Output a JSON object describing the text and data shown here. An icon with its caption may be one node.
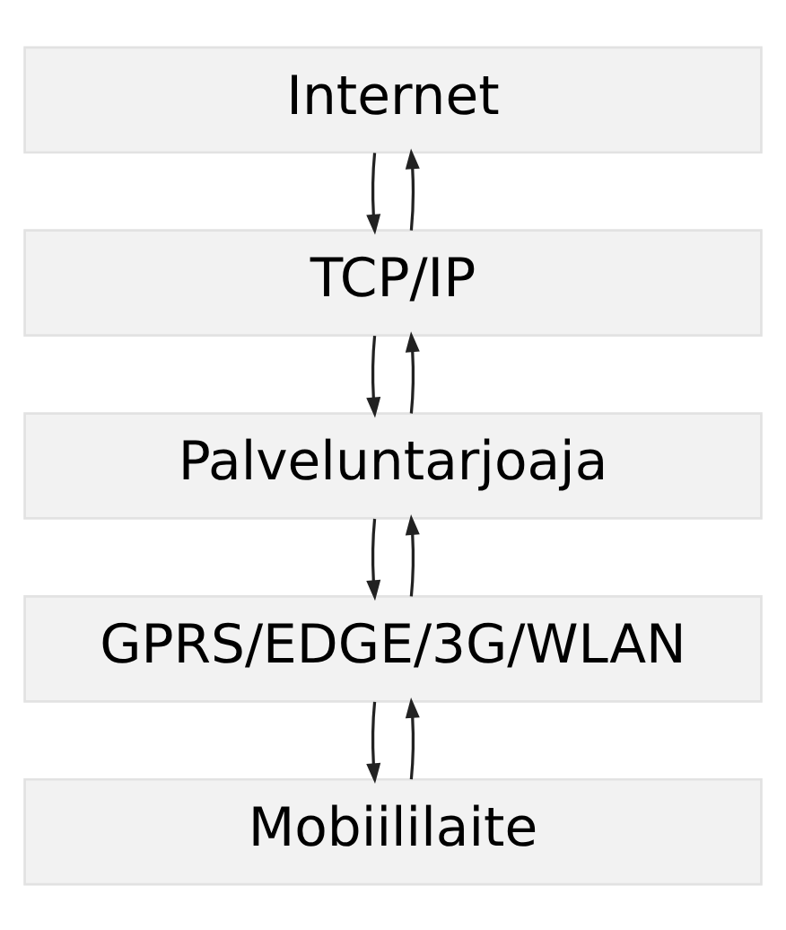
{
  "diagram": {
    "nodes": [
      {
        "text": [
          "Internet"
        ]
      },
      {
        "text": [
          "TCP/IP"
        ]
      },
      {
        "text": [
          "Palveluntarjoaja"
        ]
      },
      {
        "text": [
          "GPRS/EDGE/3G/WLAN"
        ]
      },
      {
        "text": [
          "Mobiililaite"
        ]
      }
    ],
    "edges": [
      {
        "from": 1,
        "to": 0,
        "arrow": "to"
      },
      {
        "from": 0,
        "to": 1,
        "arrow": "to"
      },
      {
        "from": 2,
        "to": 1,
        "arrow": "to"
      },
      {
        "from": 1,
        "to": 2,
        "arrow": "to"
      },
      {
        "from": 3,
        "to": 2,
        "arrow": "to"
      },
      {
        "from": 2,
        "to": 3,
        "arrow": "to"
      },
      {
        "from": 4,
        "to": 3,
        "arrow": "to"
      },
      {
        "from": 3,
        "to": 4,
        "arrow": "to"
      }
    ]
  }
}
